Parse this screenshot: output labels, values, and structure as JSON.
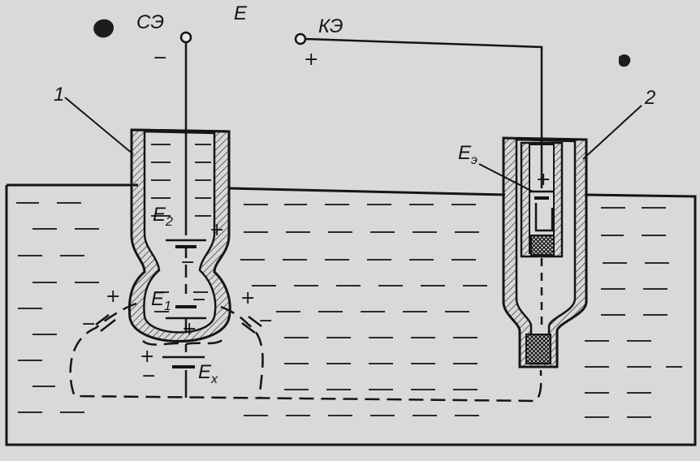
{
  "labels": {
    "glass_electrode": "СЭ",
    "emf": "E",
    "reference_electrode": "КЭ",
    "vessel_1": "1",
    "vessel_2": "2",
    "e2_base": "E",
    "e2_sub": "2",
    "e1_base": "E",
    "e1_sub": "1",
    "ex_base": "E",
    "ex_sub": "x",
    "ee_base": "E",
    "ee_sub": "э"
  },
  "signs": {
    "minus": "−",
    "plus": "+"
  },
  "colors": {
    "paper": "#d9d9d7",
    "ink": "#151515",
    "hatch": "#555555"
  }
}
